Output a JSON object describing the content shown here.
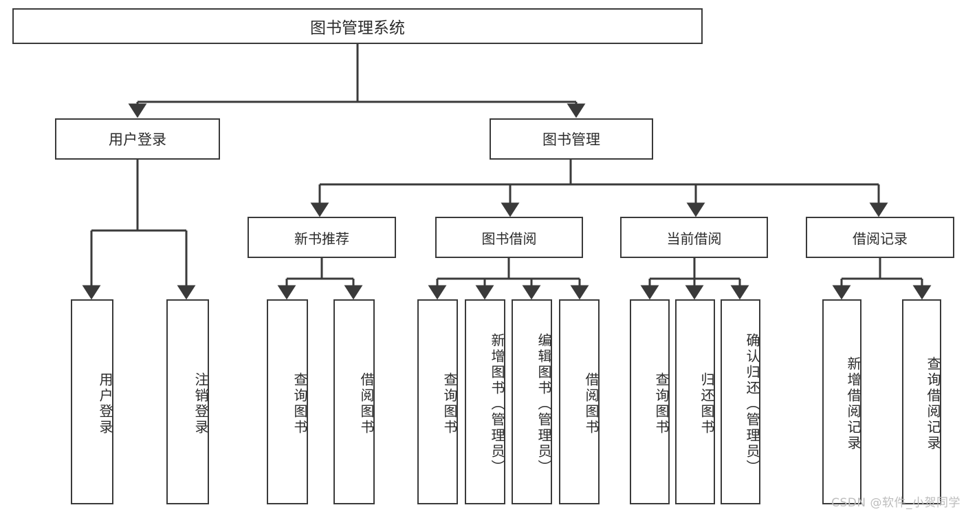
{
  "diagram": {
    "title": "图书管理系统",
    "type": "tree",
    "watermark": "CSDN @软件_小贺同学",
    "colors": {
      "background": "#ffffff",
      "node_border": "#3a3a3a",
      "node_fill": "#ffffff",
      "text": "#2b2b2b",
      "edge": "#3a3a3a",
      "watermark": "#bdbdbd"
    },
    "root": {
      "label": "图书管理系统"
    },
    "level1": [
      {
        "label": "用户登录"
      },
      {
        "label": "图书管理"
      }
    ],
    "level2": [
      {
        "label": "新书推荐"
      },
      {
        "label": "图书借阅"
      },
      {
        "label": "当前借阅"
      },
      {
        "label": "借阅记录"
      }
    ],
    "leaves": {
      "user_login": [
        {
          "label": "用户登录"
        },
        {
          "label": "注销登录"
        }
      ],
      "new_book_recommend": [
        {
          "label": "查询图书"
        },
        {
          "label": "借阅图书"
        }
      ],
      "book_borrow": [
        {
          "label": "查询图书"
        },
        {
          "label": "新增图书（管理员）"
        },
        {
          "label": "编辑图书（管理员）"
        },
        {
          "label": "借阅图书"
        }
      ],
      "current_borrow": [
        {
          "label": "查询图书"
        },
        {
          "label": "归还图书"
        },
        {
          "label": "确认归还（管理员）"
        }
      ],
      "borrow_record": [
        {
          "label": "新增借阅记录"
        },
        {
          "label": "查询借阅记录"
        }
      ]
    }
  }
}
